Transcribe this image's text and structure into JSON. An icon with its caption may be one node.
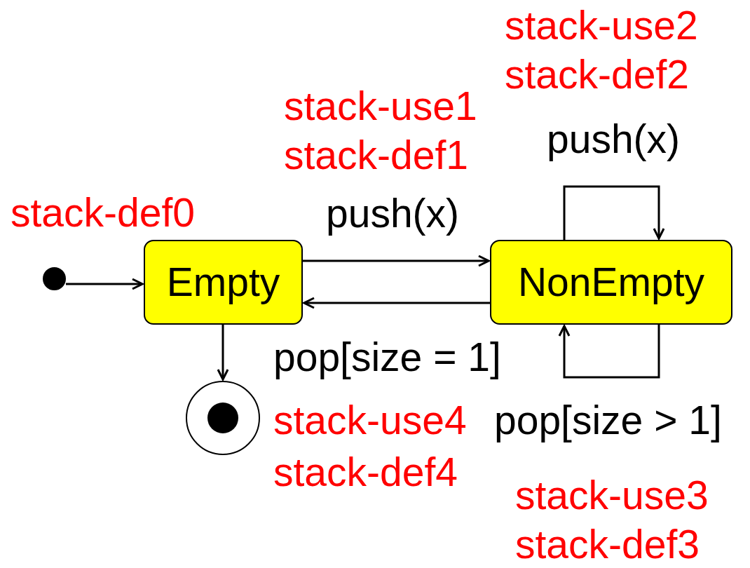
{
  "diagram": {
    "nodes": [
      {
        "text": [],
        "shape": "circle"
      },
      {
        "text": [
          "Empty"
        ]
      },
      {
        "text": [
          "NonEmpty"
        ]
      },
      {
        "text": [],
        "shape": "circle"
      }
    ],
    "edges": [
      {
        "from": 0,
        "to": 1,
        "arrow": "to"
      },
      {
        "from": 1,
        "to": 2,
        "arrow": "to",
        "label": "push(x)"
      },
      {
        "from": 2,
        "to": 1,
        "arrow": "to",
        "label": "pop[size = 1]"
      },
      {
        "from": 2,
        "to": 2,
        "arrow": "to",
        "label": "push(x)"
      },
      {
        "from": 2,
        "to": 2,
        "arrow": "to",
        "label": "pop[size > 1]"
      },
      {
        "from": 1,
        "to": 3,
        "arrow": "to"
      }
    ],
    "labels": [
      "stack-use2",
      "stack-def2",
      "stack-use1",
      "stack-def1",
      "stack-def0",
      "stack-use4",
      "stack-def4",
      "stack-use3",
      "stack-def3"
    ]
  }
}
